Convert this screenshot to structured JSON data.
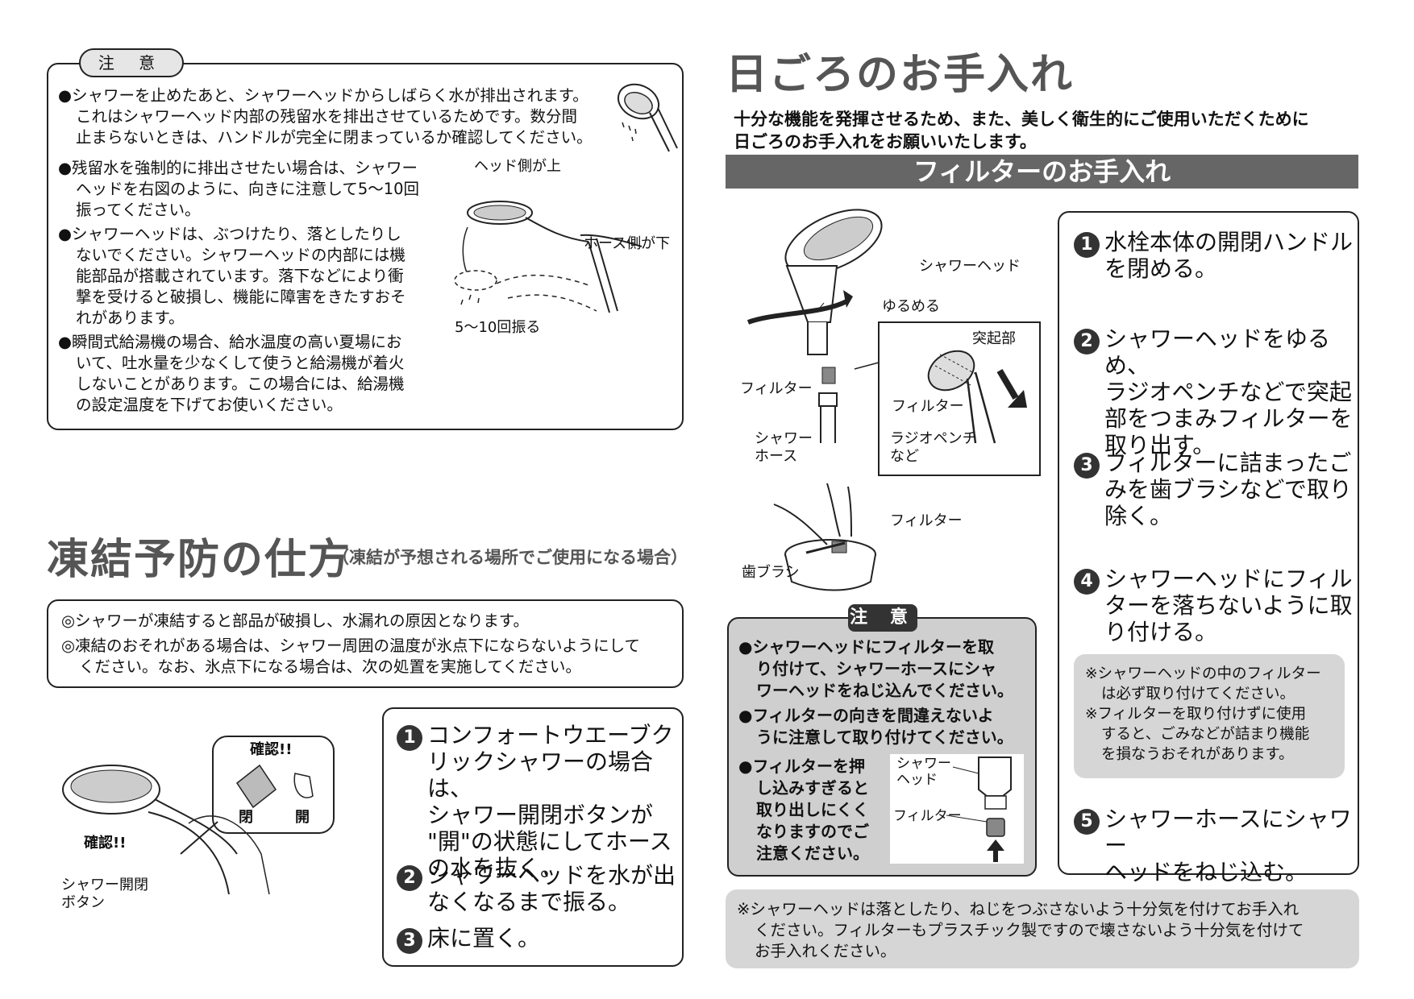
{
  "caution_top": {
    "label": "注 意",
    "bullets": [
      "●シャワーを止めたあと、シャワーヘッドからしばらく水が排出されます。",
      "これはシャワーヘッド内部の残留水を排出させているためです。数分間",
      "止まらないときは、ハンドルが完全に閉まっているか確認してください。"
    ],
    "b2": [
      "●残留水を強制的に排出させたい場合は、シャワー",
      "ヘッドを右図のように、向きに注意して5〜10回",
      "振ってください。"
    ],
    "b3": [
      "●シャワーヘッドは、ぶつけたり、落としたりし",
      "ないでください。シャワーヘッドの内部には機",
      "能部品が搭載されています。落下などにより衝",
      "撃を受けると破損し、機能に障害をきたすおそ",
      "れがあります。"
    ],
    "b4": [
      "●瞬間式給湯機の場合、給水温度の高い夏場にお",
      "いて、吐水量を少なくして使うと給湯機が着火",
      "しないことがあります。この場合には、給湯機",
      "の設定温度を下げてお使いください。"
    ],
    "fig_labels": {
      "head_up": "ヘッド側が上",
      "hose_down": "ホース側が下",
      "shake": "5〜10回振る"
    }
  },
  "freeze": {
    "title": "凍結予防の仕方",
    "subtitle": "（凍結が予想される場所でご使用になる場合）",
    "notes": [
      "◎シャワーが凍結すると部品が破損し、水漏れの原因となります。",
      "◎凍結のおそれがある場合は、シャワー周囲の温度が氷点下にならないようにして",
      "ください。なお、氷点下になる場合は、次の処置を実施してください。"
    ],
    "fig_labels": {
      "confirm1": "確認!!",
      "confirm2": "確認!!",
      "closed": "閉",
      "open": "開",
      "button": "シャワー開閉",
      "button2": "ボタン"
    },
    "steps": [
      {
        "num": "1",
        "lines": [
          "コンフォートウエーブク",
          "リックシャワーの場合は、",
          "シャワー開閉ボタンが",
          "\"開\"の状態にしてホース",
          "の水を抜く。"
        ]
      },
      {
        "num": "2",
        "lines": [
          "シャワーヘッドを水が出",
          "なくなるまで振る。"
        ]
      },
      {
        "num": "3",
        "lines": [
          "床に置く。"
        ]
      }
    ]
  },
  "care": {
    "title": "日ごろのお手入れ",
    "intro": [
      "十分な機能を発揮させるため、また、美しく衛生的にご使用いただくために",
      "日ごろのお手入れをお願いいたします。"
    ],
    "bar": "フィルターのお手入れ",
    "fig_labels": {
      "head": "シャワーヘッド",
      "loosen": "ゆるめる",
      "filter": "フィルター",
      "hose1": "シャワー",
      "hose2": "ホース",
      "protrusion": "突起部",
      "filter2": "フィルター",
      "pliers1": "ラジオペンチ",
      "pliers2": "など",
      "filter3": "フィルター",
      "brush": "歯ブラシ"
    },
    "steps": [
      {
        "num": "1",
        "lines": [
          "水栓本体の開閉ハンドル",
          "を閉める。"
        ]
      },
      {
        "num": "2",
        "lines": [
          "シャワーヘッドをゆるめ、",
          "ラジオペンチなどで突起",
          "部をつまみフィルターを",
          "取り出す。"
        ]
      },
      {
        "num": "3",
        "lines": [
          "フィルターに詰まったご",
          "みを歯ブラシなどで取り",
          "除く。"
        ]
      },
      {
        "num": "4",
        "lines": [
          "シャワーヘッドにフィル",
          "ターを落ちないように取",
          "り付ける。"
        ]
      },
      {
        "num": "5",
        "lines": [
          "シャワーホースにシャワー",
          "ヘッドをねじ込む。"
        ]
      }
    ],
    "step4_note": [
      "※シャワーヘッドの中のフィルター",
      "は必ず取り付けてください。",
      "※フィルターを取り付けずに使用",
      "すると、ごみなどが詰まり機能",
      "を損なうおそれがあります。"
    ],
    "caution": {
      "label": "注 意",
      "b1": [
        "●シャワーヘッドにフィルターを取",
        "り付けて、シャワーホースにシャ",
        "ワーヘッドをねじ込んでください。"
      ],
      "b2": [
        "●フィルターの向きを間違えないよ",
        "うに注意して取り付けてください。"
      ],
      "b3": [
        "●フィルターを押",
        "し込みすぎると",
        "取り出しにくく",
        "なりますのでご",
        "注意ください。"
      ],
      "fig": {
        "head1": "シャワー",
        "head2": "ヘッド",
        "filter": "フィルター"
      }
    },
    "footer": [
      "※シャワーヘッドは落としたり、ねじをつぶさないよう十分気を付けてお手入れ",
      "ください。フィルターもプラスチック製ですので壊さないよう十分気を付けて",
      "お手入れください。"
    ]
  }
}
